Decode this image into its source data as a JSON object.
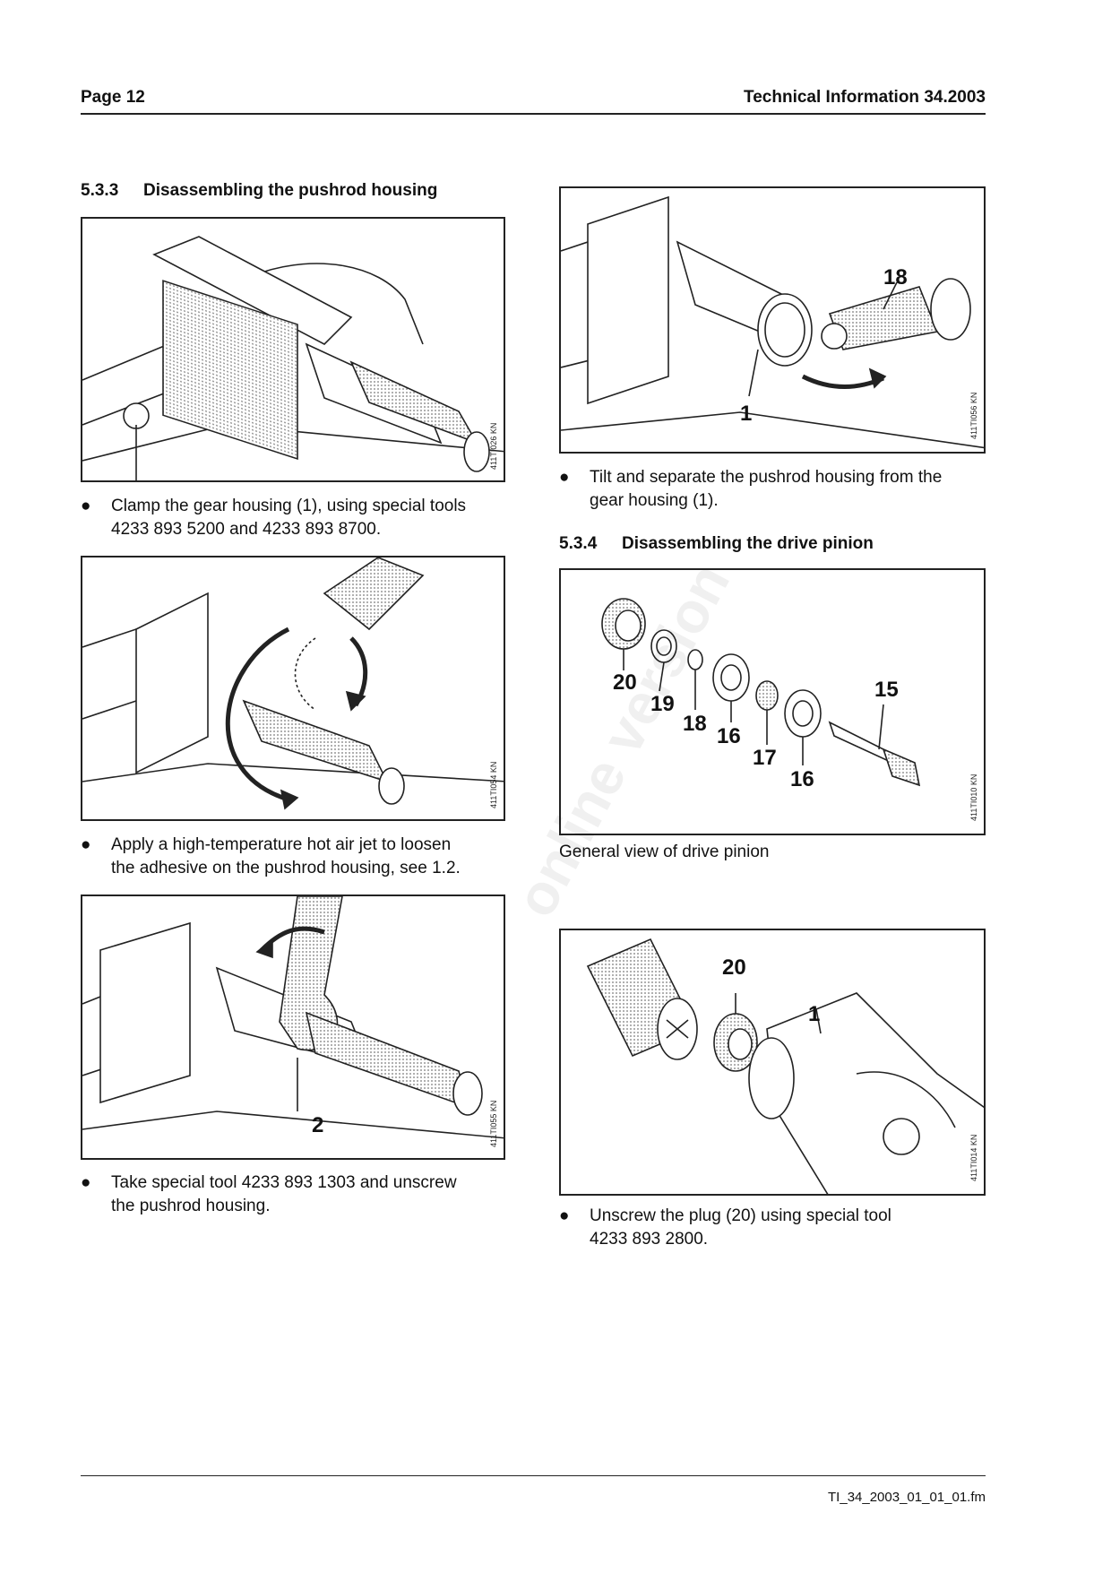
{
  "header": {
    "page_label": "Page 12",
    "doc_title": "Technical Information  34.2003"
  },
  "left_column": {
    "section": {
      "number": "5.3.3",
      "title": "Disassembling the pushrod housing"
    },
    "figures": [
      {
        "code": "411TI026 KN"
      },
      {
        "code": "411TI054 KN"
      },
      {
        "code": "411TI055 KN",
        "callouts": [
          "2"
        ]
      }
    ],
    "bullets": [
      "Clamp the gear housing (1), using special tools\n4233 893 5200 and 4233 893 8700.",
      "Apply a high-temperature hot air jet to loosen\nthe adhesive on the pushrod housing, see 1.2.",
      "Take special tool 4233 893 1303 and unscrew\nthe pushrod housing."
    ]
  },
  "right_column": {
    "figures": [
      {
        "code": "411TI056 KN",
        "callouts": [
          "18",
          "1"
        ]
      },
      {
        "code": "411TI010 KN",
        "callouts": [
          "20",
          "19",
          "18",
          "16",
          "17",
          "16",
          "15"
        ]
      },
      {
        "code": "411TI014 KN",
        "callouts": [
          "20",
          "1"
        ]
      }
    ],
    "bullets": [
      "Tilt and separate the pushrod housing from the\ngear housing (1).",
      "Unscrew the plug (20) using special tool\n4233 893 2800."
    ],
    "section": {
      "number": "5.3.4",
      "title": "Disassembling the drive pinion"
    },
    "caption": "General view of drive pinion"
  },
  "watermark": "online version",
  "footer": {
    "filename": "TI_34_2003_01_01_01.fm"
  },
  "bullet_glyph": "●"
}
